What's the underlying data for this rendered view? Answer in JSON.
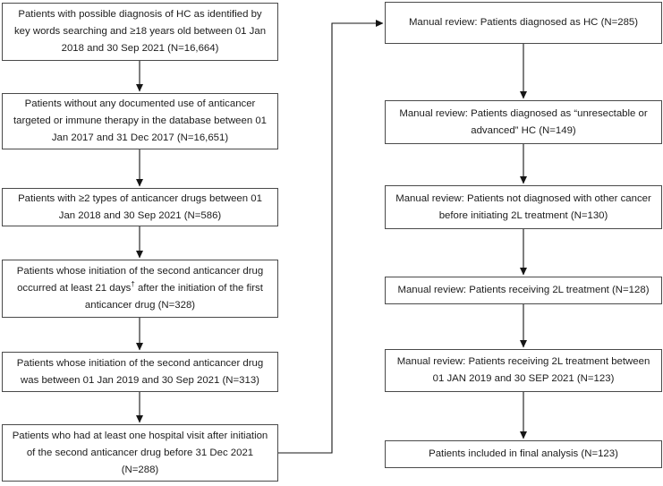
{
  "figure": {
    "type": "patient-selection-flowchart",
    "columns": 2
  },
  "colors": {
    "background": "#ffffff",
    "box_border": "#4a4a4a",
    "text": "#1c1c1c",
    "arrow": "#161616"
  },
  "left_column": {
    "boxes": [
      {
        "text": "Patients with possible diagnosis of HC as identified by key words searching and ≥18 years old between 01 Jan 2018 and 30 Sep 2021 (N=16,664)",
        "n": "16,664"
      },
      {
        "text": "Patients without any documented use of anticancer targeted or immune therapy in the database between 01 Jan 2017 and 31 Dec 2017 (N=16,651)",
        "n": "16,651"
      },
      {
        "text": "Patients with ≥2 types of anticancer drugs between 01 Jan 2018 and 30 Sep 2021 (N=586)",
        "n": "586"
      },
      {
        "text_parts": [
          "Patients whose initiation of the second anticancer drug occurred at least 21 days",
          "†",
          " after the initiation of the first anticancer drug (N=328)"
        ],
        "n": "328"
      },
      {
        "text": "Patients whose initiation of the second anticancer drug was between 01 Jan 2019 and 30 Sep 2021 (N=313)",
        "n": "313"
      },
      {
        "text": "Patients who had at least one hospital visit after initiation of the second anticancer drug before 31 Dec 2021 (N=288)",
        "n": "288"
      }
    ]
  },
  "right_column": {
    "boxes": [
      {
        "text": "Manual review: Patients diagnosed as HC (N=285)",
        "n": "285"
      },
      {
        "text": "Manual review: Patients diagnosed as “unresectable or advanced” HC (N=149)",
        "n": "149"
      },
      {
        "text": "Manual review: Patients not diagnosed with other cancer before initiating 2L treatment (N=130)",
        "n": "130"
      },
      {
        "text": "Manual review: Patients receiving 2L treatment (N=128)",
        "n": "128"
      },
      {
        "text": "Manual review: Patients receiving 2L treatment between 01 JAN 2019 and 30 SEP 2021 (N=123)",
        "n": "123"
      },
      {
        "text": "Patients included in final analysis (N=123)",
        "n": "123"
      }
    ]
  }
}
